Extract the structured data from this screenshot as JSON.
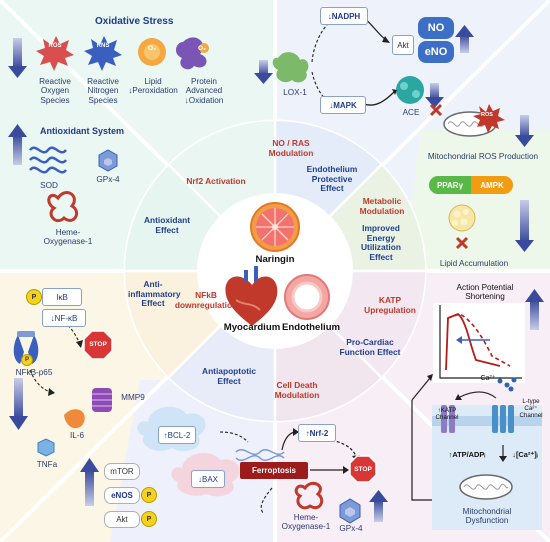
{
  "oxidative": {
    "title": "Oxidative Stress",
    "ros_badge": "ROS",
    "rns_badge": "RNS",
    "o2_badge": "O₂",
    "o2_badge2": "O₂",
    "ros": "Reactive\nOxygen\nSpecies",
    "rns": "Reactive\nNitrogen\nSpecies",
    "lipid": "Lipid\n↓Peroxidation",
    "protein": "Protein\nAdvanced\n↓Oxidation"
  },
  "antioxidant": {
    "title": "Antioxidant System",
    "sod": "SOD",
    "gpx": "GPx-4",
    "heme": "Heme-\nOxygenase-1"
  },
  "endo": {
    "nadph": "↓NADPH",
    "akt": "Akt",
    "no": "NO",
    "eno": "eNO",
    "lox": "LOX-1",
    "mapk": "↓MAPK",
    "ace": "ACE"
  },
  "mito": {
    "ros_badge": "ROS",
    "ros_label": "Mitochondrial ROS Production",
    "ppar": "PPARγ",
    "ampk": "AMPK",
    "lipid_label": "Lipid Accumulation"
  },
  "wheel": {
    "no_ras": "NO / RAS\nModulation",
    "endo_protect": "Endothelium\nProtective\nEffect",
    "metabolic": "Metabolic\nModulation",
    "improved": "Improved\nEnergy\nUtilization\nEffect",
    "katp": "KATP\nUpregulation",
    "procardiac": "Pro-Cardiac\nFunction Effect",
    "antiapoptotic": "Antiapoptotic\nEffect",
    "celldeath": "Cell Death\nModulation",
    "nfkb_down": "NFkB\ndownregulation",
    "antiinfl": "Anti-\ninflammatory\nEffect",
    "antiox_effect": "Antioxidant\nEffect",
    "nrf2_act": "Nrf2 Activation"
  },
  "center": {
    "naringin": "Naringin",
    "myocardium": "Myocardium",
    "endothelium": "Endothelium"
  },
  "inflam": {
    "p": "P",
    "ikb": "IκB",
    "nfkb": "↓NF-κB",
    "stop": "STOP",
    "p65": "NFkB-p65",
    "mmp9": "MMP9",
    "il6": "IL-6",
    "tnfa": "TNFa"
  },
  "apop": {
    "bcl2": "↑BCL-2",
    "bax": "↓BAX",
    "nrf2": "↑Nrf-2",
    "ferro": "Ferroptosis",
    "stop": "STOP",
    "mtor": "mTOR",
    "enos": "eNOS",
    "akt": "Akt",
    "p": "P",
    "heme": "Heme-\nOxygenase-1",
    "gpx": "GPx-4"
  },
  "cardiac": {
    "ap_title": "Action Potential\nShortening",
    "ca": "Ca²⁺",
    "katp_ch": "↑KATP\nChannel",
    "ltype": "L-type\nCa²⁺\nChannel",
    "atp": "↑ATP/ADPᵢ",
    "ca_in": "↓[Ca²⁺]ᵢ",
    "mito_dys": "Mitochondrial\nDysfunction"
  },
  "colors": {
    "navy": "#1f3a8a",
    "red": "#c0392b",
    "arrow": "#3b4fa0",
    "ppar": "#58b947",
    "ampk": "#f39c12"
  }
}
